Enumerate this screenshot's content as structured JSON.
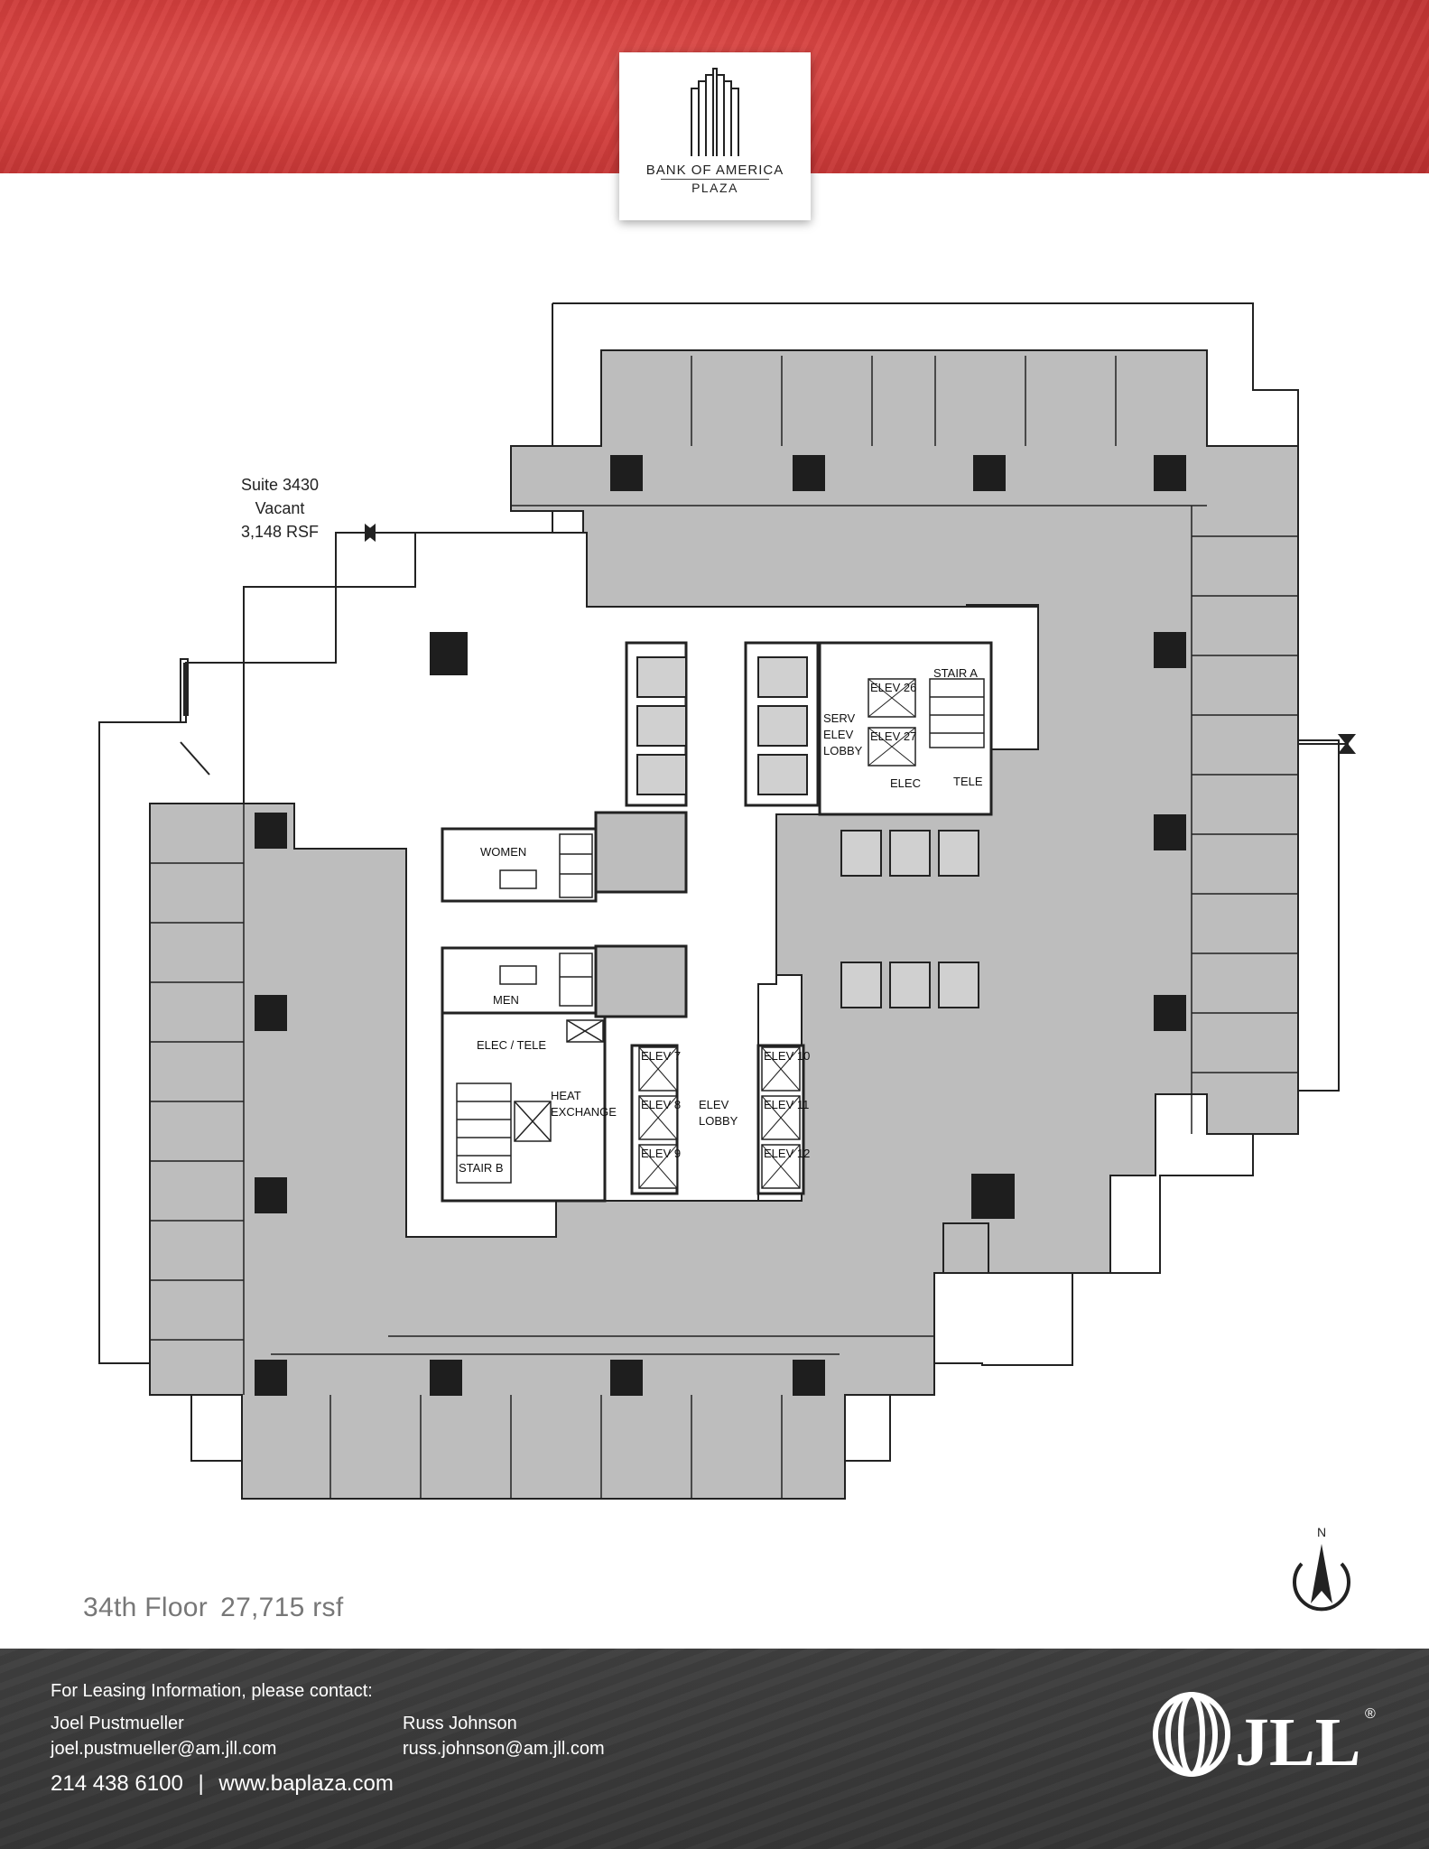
{
  "brand": {
    "name": "BANK OF AMERICA",
    "sub": "PLAZA"
  },
  "suite": {
    "name": "Suite 3430",
    "status": "Vacant",
    "area": "3,148 RSF"
  },
  "floor": {
    "name": "34th Floor",
    "area": "27,715 rsf"
  },
  "compass": {
    "label": "N"
  },
  "rooms": {
    "women": "WOMEN",
    "men": "MEN",
    "elec_tele": "ELEC / TELE",
    "heat1": "HEAT",
    "heat2": "EXCHANGE",
    "stair_b": "STAIR B",
    "stair_a": "STAIR A",
    "elev_lobby1": "ELEV",
    "elev_lobby2": "LOBBY",
    "serv1": "SERV",
    "serv2": "ELEV",
    "serv3": "LOBBY",
    "elec": "ELEC",
    "tele": "TELE"
  },
  "elevators": [
    "ELEV 7",
    "ELEV 8",
    "ELEV 9",
    "ELEV 10",
    "ELEV 11",
    "ELEV 12",
    "ELEV 26",
    "ELEV 27"
  ],
  "footer": {
    "heading": "For Leasing Information, please contact:",
    "contact1_name": "Joel Pustmueller",
    "contact1_email": "joel.pustmueller@am.jll.com",
    "contact2_name": "Russ Johnson",
    "contact2_email": "russ.johnson@am.jll.com",
    "phone": "214 438 6100",
    "separator": "|",
    "website": "www.baplaza.com"
  },
  "jll": {
    "text": "JLL",
    "mark": "®"
  },
  "colors": {
    "header_red": "#d23f3d",
    "footer_gray": "#3a3a3a",
    "room_fill": "#bdbdbd",
    "wall": "#222222"
  }
}
